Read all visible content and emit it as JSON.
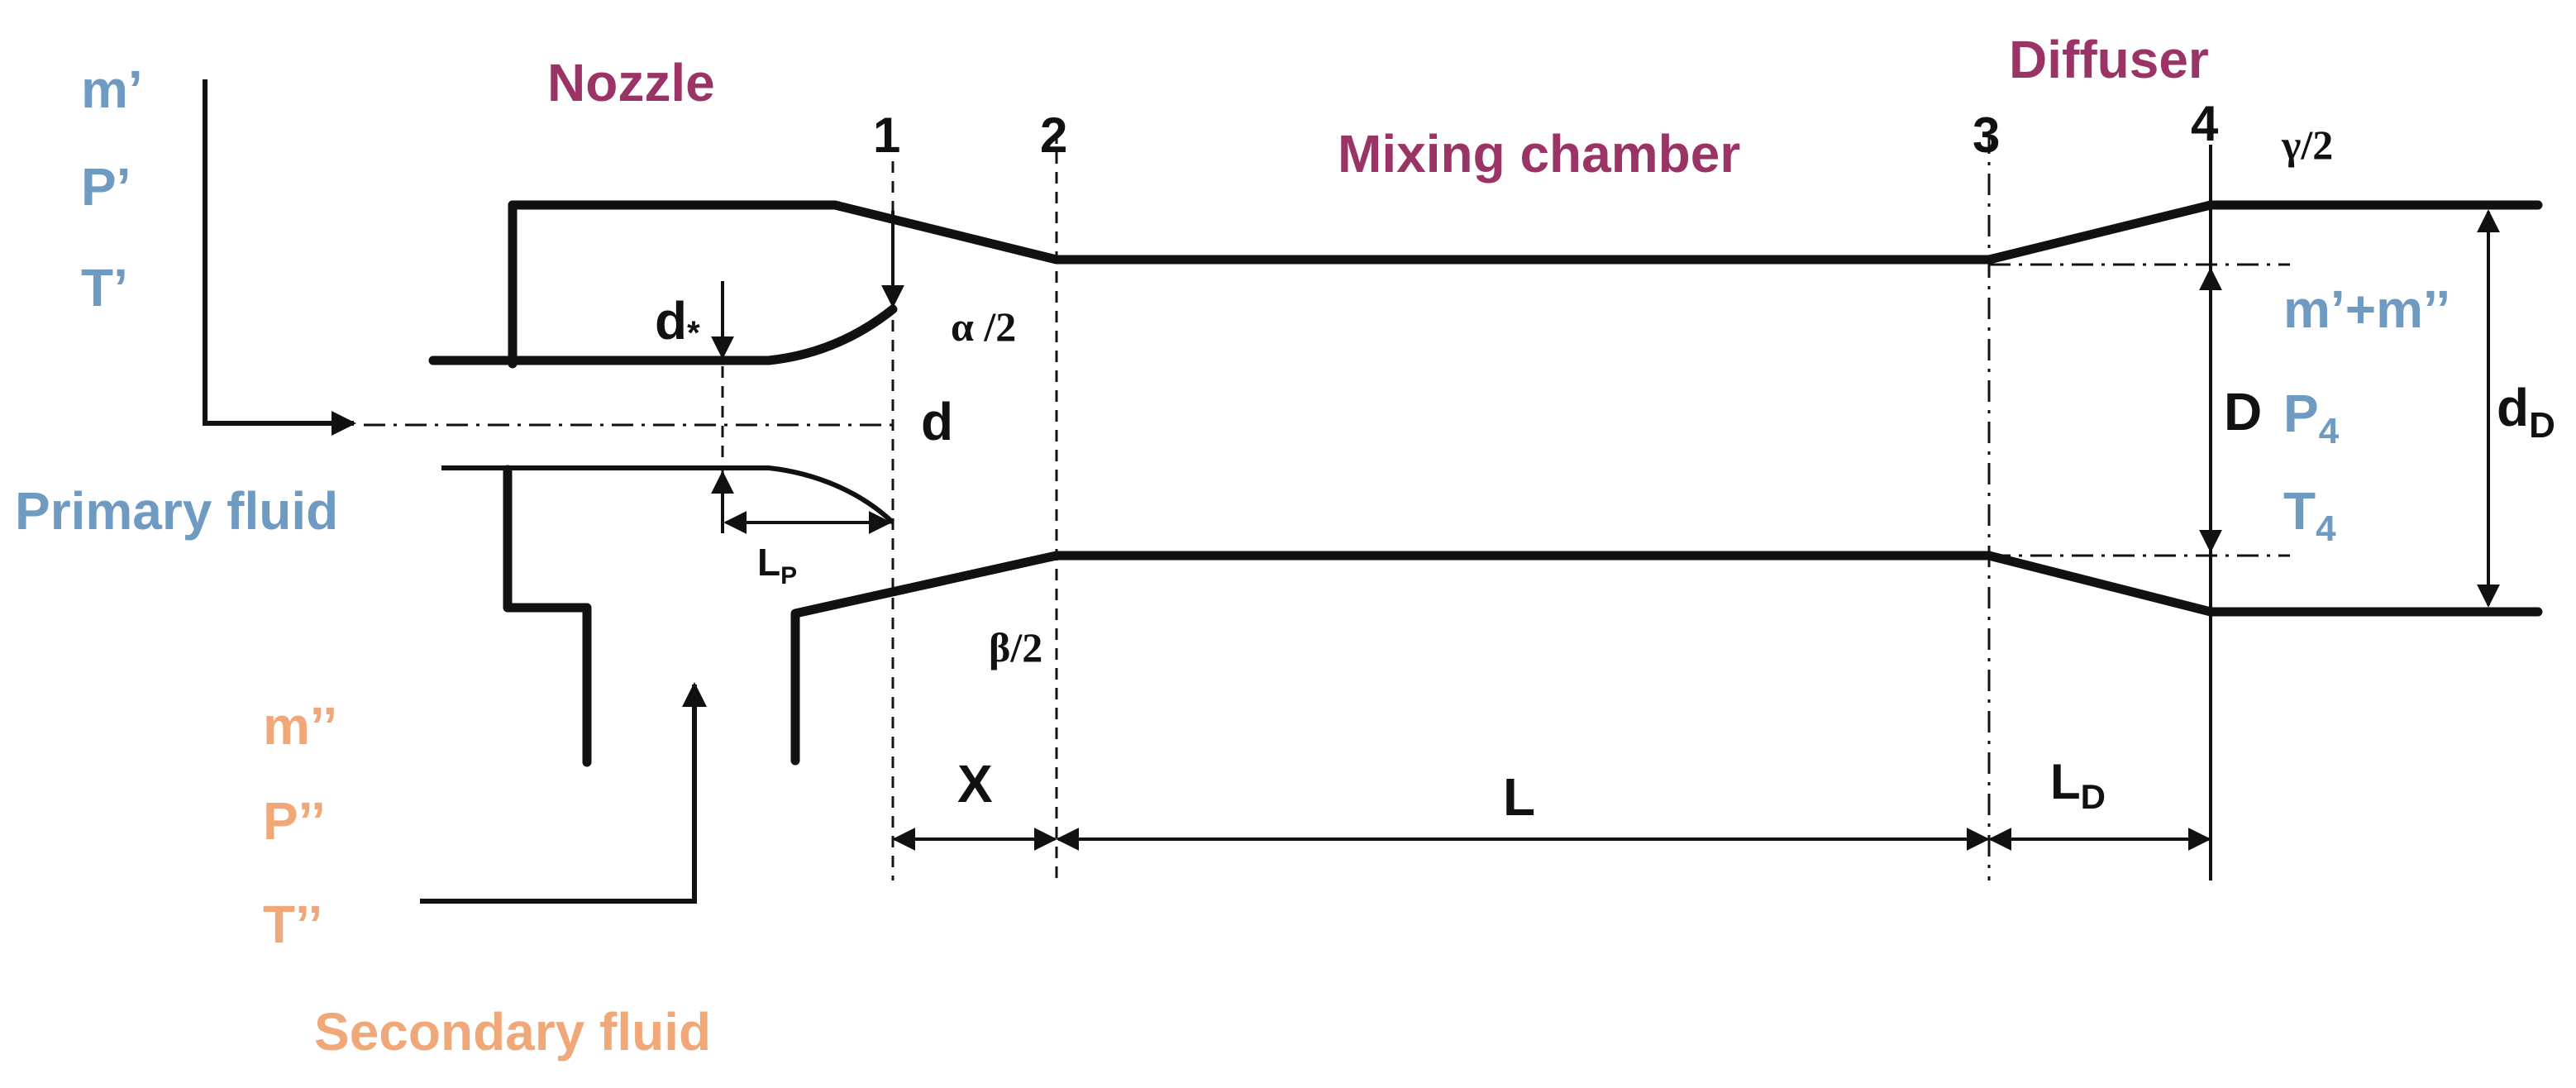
{
  "labels": {
    "nozzle": "Nozzle",
    "mixing_chamber": "Mixing chamber",
    "diffuser": "Diffuser",
    "primary_fluid": "Primary fluid",
    "secondary_fluid": "Secondary fluid"
  },
  "primary_inlet": {
    "m": "m’",
    "p": "P’",
    "t": "T’"
  },
  "secondary_inlet": {
    "m": "m’’",
    "p": "P’’",
    "t": "T’’"
  },
  "outlet": {
    "m": "m’+m’’",
    "p": "P",
    "p_sub": "4",
    "t": "T",
    "t_sub": "4"
  },
  "stations": [
    "1",
    "2",
    "3",
    "4"
  ],
  "angles": {
    "alpha": "α /2",
    "beta": "β/2",
    "gamma": "γ/2"
  },
  "dimensions": {
    "d_star": "d",
    "d_star_sub": "*",
    "d": "d",
    "lp": "L",
    "lp_sub": "P",
    "x": "X",
    "l": "L",
    "ld": "L",
    "ld_sub": "D",
    "D": "D",
    "dd": "d",
    "dd_sub": "D"
  },
  "colors": {
    "title": "#9b3466",
    "primary": "#6f9ac2",
    "secondary": "#f0a878",
    "line": "#111111"
  }
}
